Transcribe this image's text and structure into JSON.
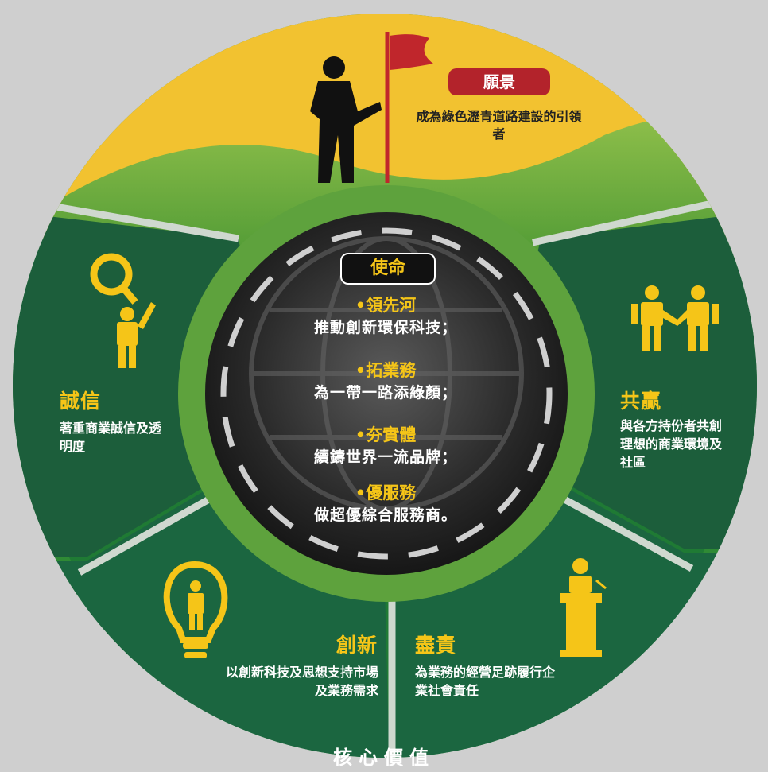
{
  "vision": {
    "badge": "願景",
    "text": "成為綠色瀝青道路建設的引領者"
  },
  "mission": {
    "badge": "使命",
    "items": [
      {
        "head": "•領先河",
        "body": "推動創新環保科技；"
      },
      {
        "head": "•拓業務",
        "body": "為一帶一路添綠顏；"
      },
      {
        "head": "•夯實體",
        "body": "續鑄世界一流品牌；"
      },
      {
        "head": "•優服務",
        "body": "做超優綜合服務商。"
      }
    ]
  },
  "values": {
    "integrity": {
      "title": "誠信",
      "text": "著重商業誠信及透明度"
    },
    "win_win": {
      "title": "共贏",
      "text": "與各方持份者共創理想的商業環境及社區"
    },
    "innovation": {
      "title": "創新",
      "text": "以創新科技及思想支持市場及業務需求"
    },
    "responsibility": {
      "title": "盡責",
      "text": "為業務的經營足跡履行企業社會責任"
    }
  },
  "core_values_label": "核心價值",
  "colors": {
    "background": "#cfcfcf",
    "yellow": "#f5c518",
    "dark_green": "#1c5e3b",
    "outer_green": "#2f8a35",
    "red": "#b3232b",
    "road": "#222222"
  }
}
